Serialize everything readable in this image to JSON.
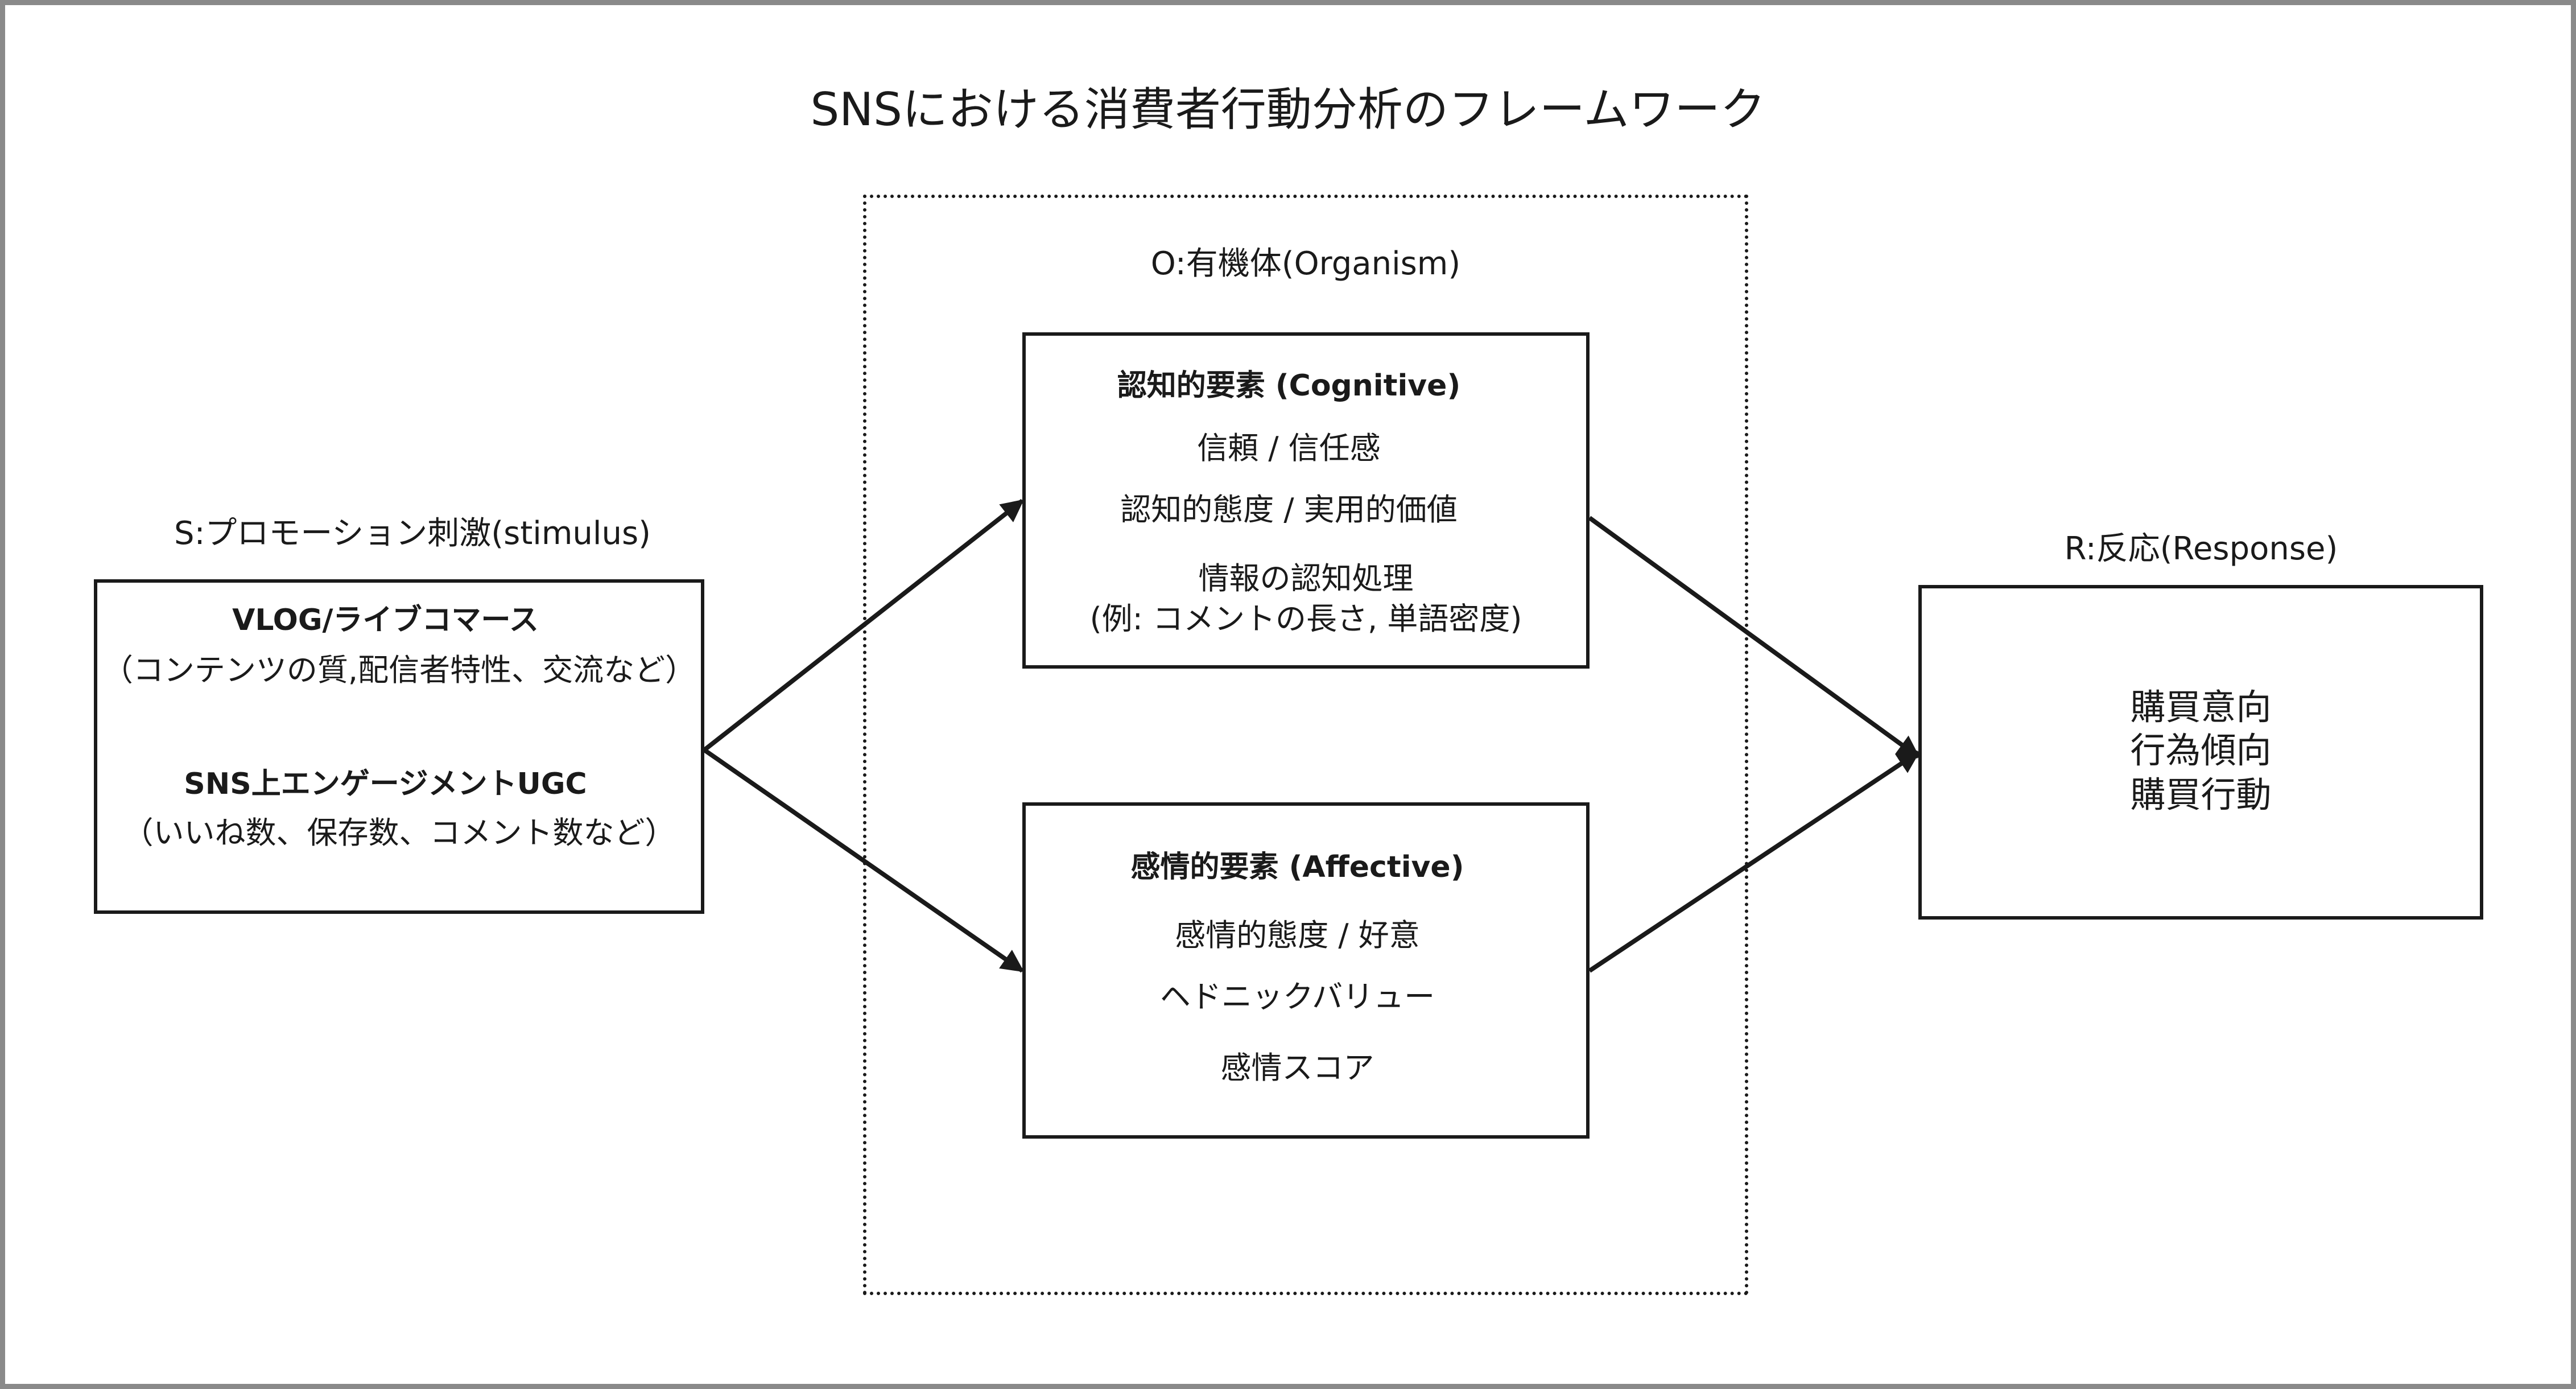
{
  "title": "SNSにおける消費者行動分析のフレームワーク",
  "stimulus": {
    "label": "S:プロモーション刺激(stimulus)",
    "item1_heading": "VLOG/ライブコマース",
    "item1_detail": "（コンテンツの質,配信者特性、交流など）",
    "item2_heading": "SNS上エンゲージメントUGC",
    "item2_detail": "（いいね数、保存数、コメント数など）"
  },
  "organism": {
    "label": "O:有機体(Organism)",
    "cognitive": {
      "heading": "認知的要素 (Cognitive)",
      "items": [
        "信頼 / 信任感",
        "認知的態度 / 実用的価値",
        "情報の認知処理",
        "(例: コメントの長さ, 単語密度)"
      ]
    },
    "affective": {
      "heading": "感情的要素 (Affective)",
      "items": [
        "感情的態度 / 好意",
        "ヘドニックバリュー",
        "感情スコア"
      ]
    }
  },
  "response": {
    "label": "R:反応(Response)",
    "items": [
      "購買意向",
      "行為傾向",
      "購買行動"
    ]
  }
}
